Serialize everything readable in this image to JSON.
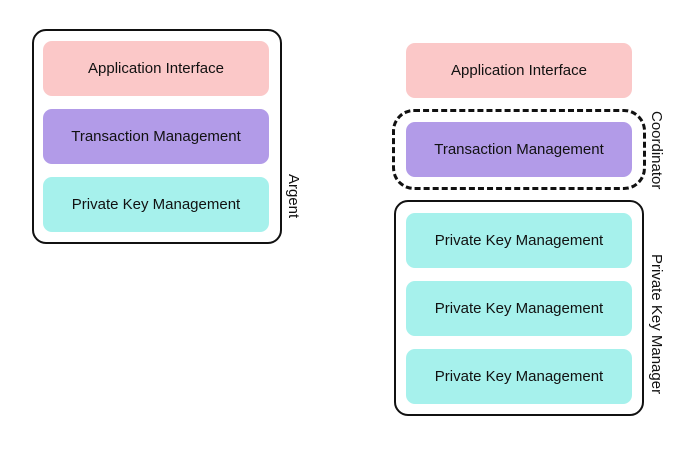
{
  "left_group": {
    "label": "Argent",
    "boxes": [
      {
        "label": "Application Interface",
        "color": "#fbc8c8"
      },
      {
        "label": "Transaction Management",
        "color": "#b29be8"
      },
      {
        "label": "Private Key Management",
        "color": "#a6f1ec"
      }
    ]
  },
  "right_group": {
    "top_box": {
      "label": "Application Interface",
      "color": "#fbc8c8"
    },
    "coordinator": {
      "label": "Coordinator",
      "box": {
        "label": "Transaction Management",
        "color": "#b29be8"
      }
    },
    "key_manager": {
      "label": "Private Key Manager",
      "boxes": [
        {
          "label": "Private Key Management",
          "color": "#a6f1ec"
        },
        {
          "label": "Private Key Management",
          "color": "#a6f1ec"
        },
        {
          "label": "Private Key Management",
          "color": "#a6f1ec"
        }
      ]
    }
  }
}
